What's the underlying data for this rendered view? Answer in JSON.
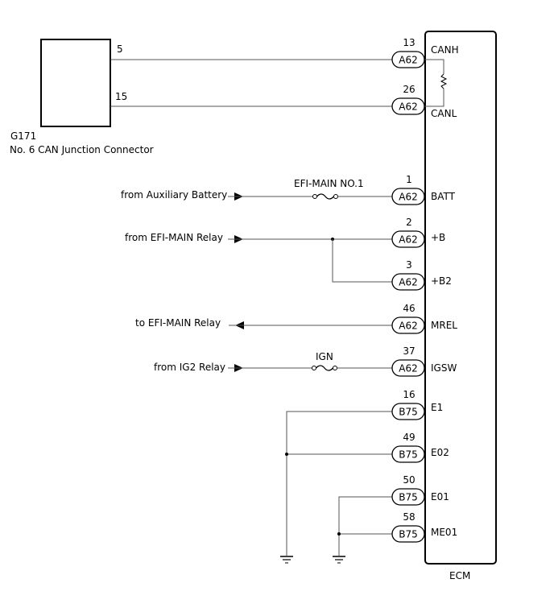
{
  "junction": {
    "code": "G171",
    "name": "No. 6 CAN Junction Connector",
    "pins": [
      "5",
      "15"
    ]
  },
  "ecm": {
    "label": "ECM"
  },
  "connectors": [
    {
      "pin": "13",
      "connector": "A62",
      "terminal": "CANH"
    },
    {
      "pin": "26",
      "connector": "A62",
      "terminal": "CANL"
    },
    {
      "pin": "1",
      "connector": "A62",
      "terminal": "BATT"
    },
    {
      "pin": "2",
      "connector": "A62",
      "terminal": "+B"
    },
    {
      "pin": "3",
      "connector": "A62",
      "terminal": "+B2"
    },
    {
      "pin": "46",
      "connector": "A62",
      "terminal": "MREL"
    },
    {
      "pin": "37",
      "connector": "A62",
      "terminal": "IGSW"
    },
    {
      "pin": "16",
      "connector": "B75",
      "terminal": "E1"
    },
    {
      "pin": "49",
      "connector": "B75",
      "terminal": "E02"
    },
    {
      "pin": "50",
      "connector": "B75",
      "terminal": "E01"
    },
    {
      "pin": "58",
      "connector": "B75",
      "terminal": "ME01"
    }
  ],
  "sources": {
    "aux_battery": "from Auxiliary Battery",
    "efi_main_relay_in": "from EFI-MAIN Relay",
    "efi_main_relay_out": "to EFI-MAIN Relay",
    "ig2_relay": "from IG2 Relay"
  },
  "fuses": {
    "efi_main": "EFI-MAIN NO.1",
    "ign": "IGN"
  }
}
